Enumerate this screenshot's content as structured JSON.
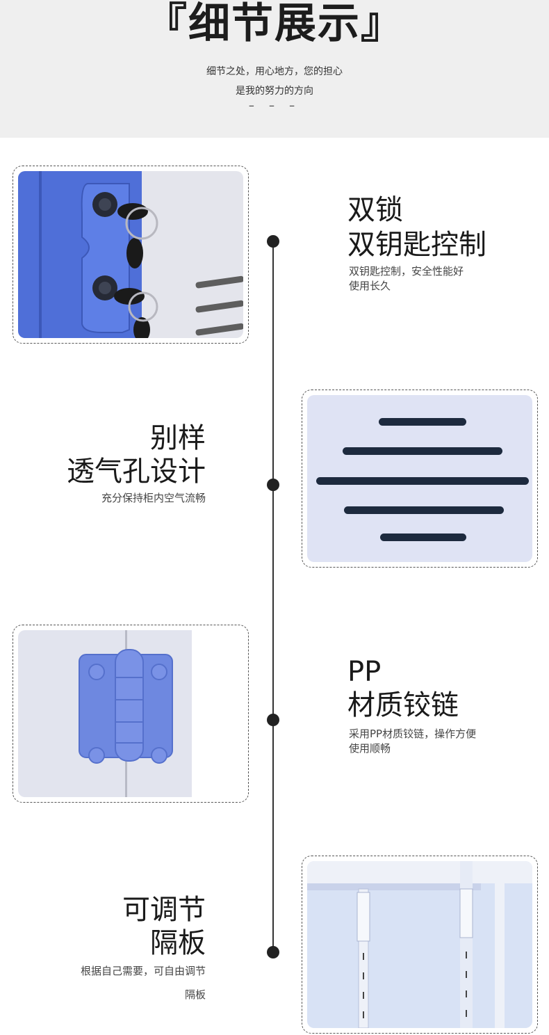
{
  "header": {
    "title": "『细节展示』",
    "subtitle_line1": "细节之处，用心地方，您的担心",
    "subtitle_line2": "是我的努力的方向",
    "dashes": "– – –"
  },
  "sections": [
    {
      "title_line1": "双锁",
      "title_line2": "双钥匙控制",
      "desc_line1": "双钥匙控制，安全性能好",
      "desc_line2": "使用长久",
      "image": "double-lock-photo"
    },
    {
      "title_line1": "别样",
      "title_line2": "透气孔设计",
      "desc_line1": "充分保持柜内空气流畅",
      "desc_line2": "",
      "image": "vent-holes-photo"
    },
    {
      "title_line1": "PP",
      "title_line2": "材质铰链",
      "desc_line1": "采用PP材质铰链，操作方便",
      "desc_line2": "使用顺畅",
      "image": "hinge-photo"
    },
    {
      "title_line1": "可调节",
      "title_line2": "隔板",
      "desc_line1": "根据自己需要，可自由调节",
      "desc_line2": "隔板",
      "image": "shelf-photo"
    }
  ],
  "colors": {
    "cabinet_blue": "#4f6fd8",
    "cabinet_white": "#dfe3f1",
    "hinge_blue": "#6e88e0",
    "vent_dark": "#1d2a3e"
  }
}
